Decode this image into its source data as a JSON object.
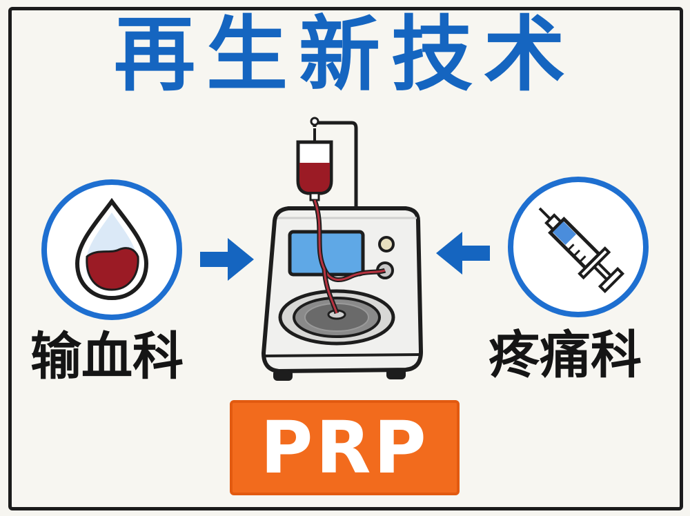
{
  "title": "再生新技术",
  "left_label": "输血科",
  "right_label": "疼痛科",
  "badge": "PRP",
  "icons": {
    "left": "blood-drop-icon",
    "right": "syringe-icon",
    "center": "centrifuge-machine"
  },
  "colors": {
    "title_blue": "#1565c0",
    "badge_orange": "#f26b1d",
    "blood_red": "#9b1b25"
  }
}
